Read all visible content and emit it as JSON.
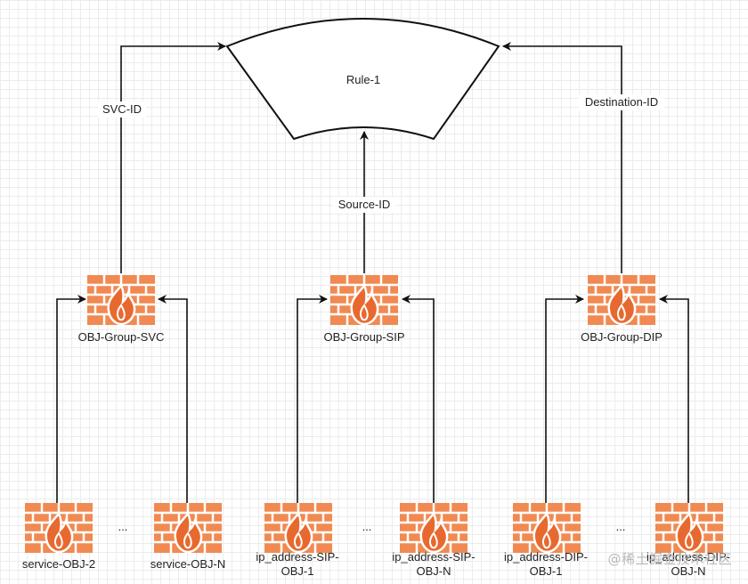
{
  "rule": {
    "label": "Rule-1"
  },
  "edges": {
    "svc_id": "SVC-ID",
    "source_id": "Source-ID",
    "destination_id": "Destination-ID"
  },
  "groups": {
    "svc": "OBJ-Group-SVC",
    "sip": "OBJ-Group-SIP",
    "dip": "OBJ-Group-DIP"
  },
  "objects": {
    "service_2": "service-OBJ-2",
    "service_n": "service-OBJ-N",
    "sip_1": [
      "ip_address-SIP-",
      "OBJ-1"
    ],
    "sip_n": [
      "ip_address-SIP-",
      "OBJ-N"
    ],
    "dip_1": [
      "ip_address-DIP-",
      "OBJ-1"
    ],
    "dip_n": [
      "ip_address-DIP-",
      "OBJ-N"
    ]
  },
  "ellipsis": "...",
  "watermark": "@稀土掘金技术社区",
  "colors": {
    "firewall_brick": "#f08a52",
    "firewall_mortar": "#ffffff",
    "flame": "#e8692f",
    "line": "#111111"
  },
  "icons": {
    "firewall": "firewall-icon"
  }
}
